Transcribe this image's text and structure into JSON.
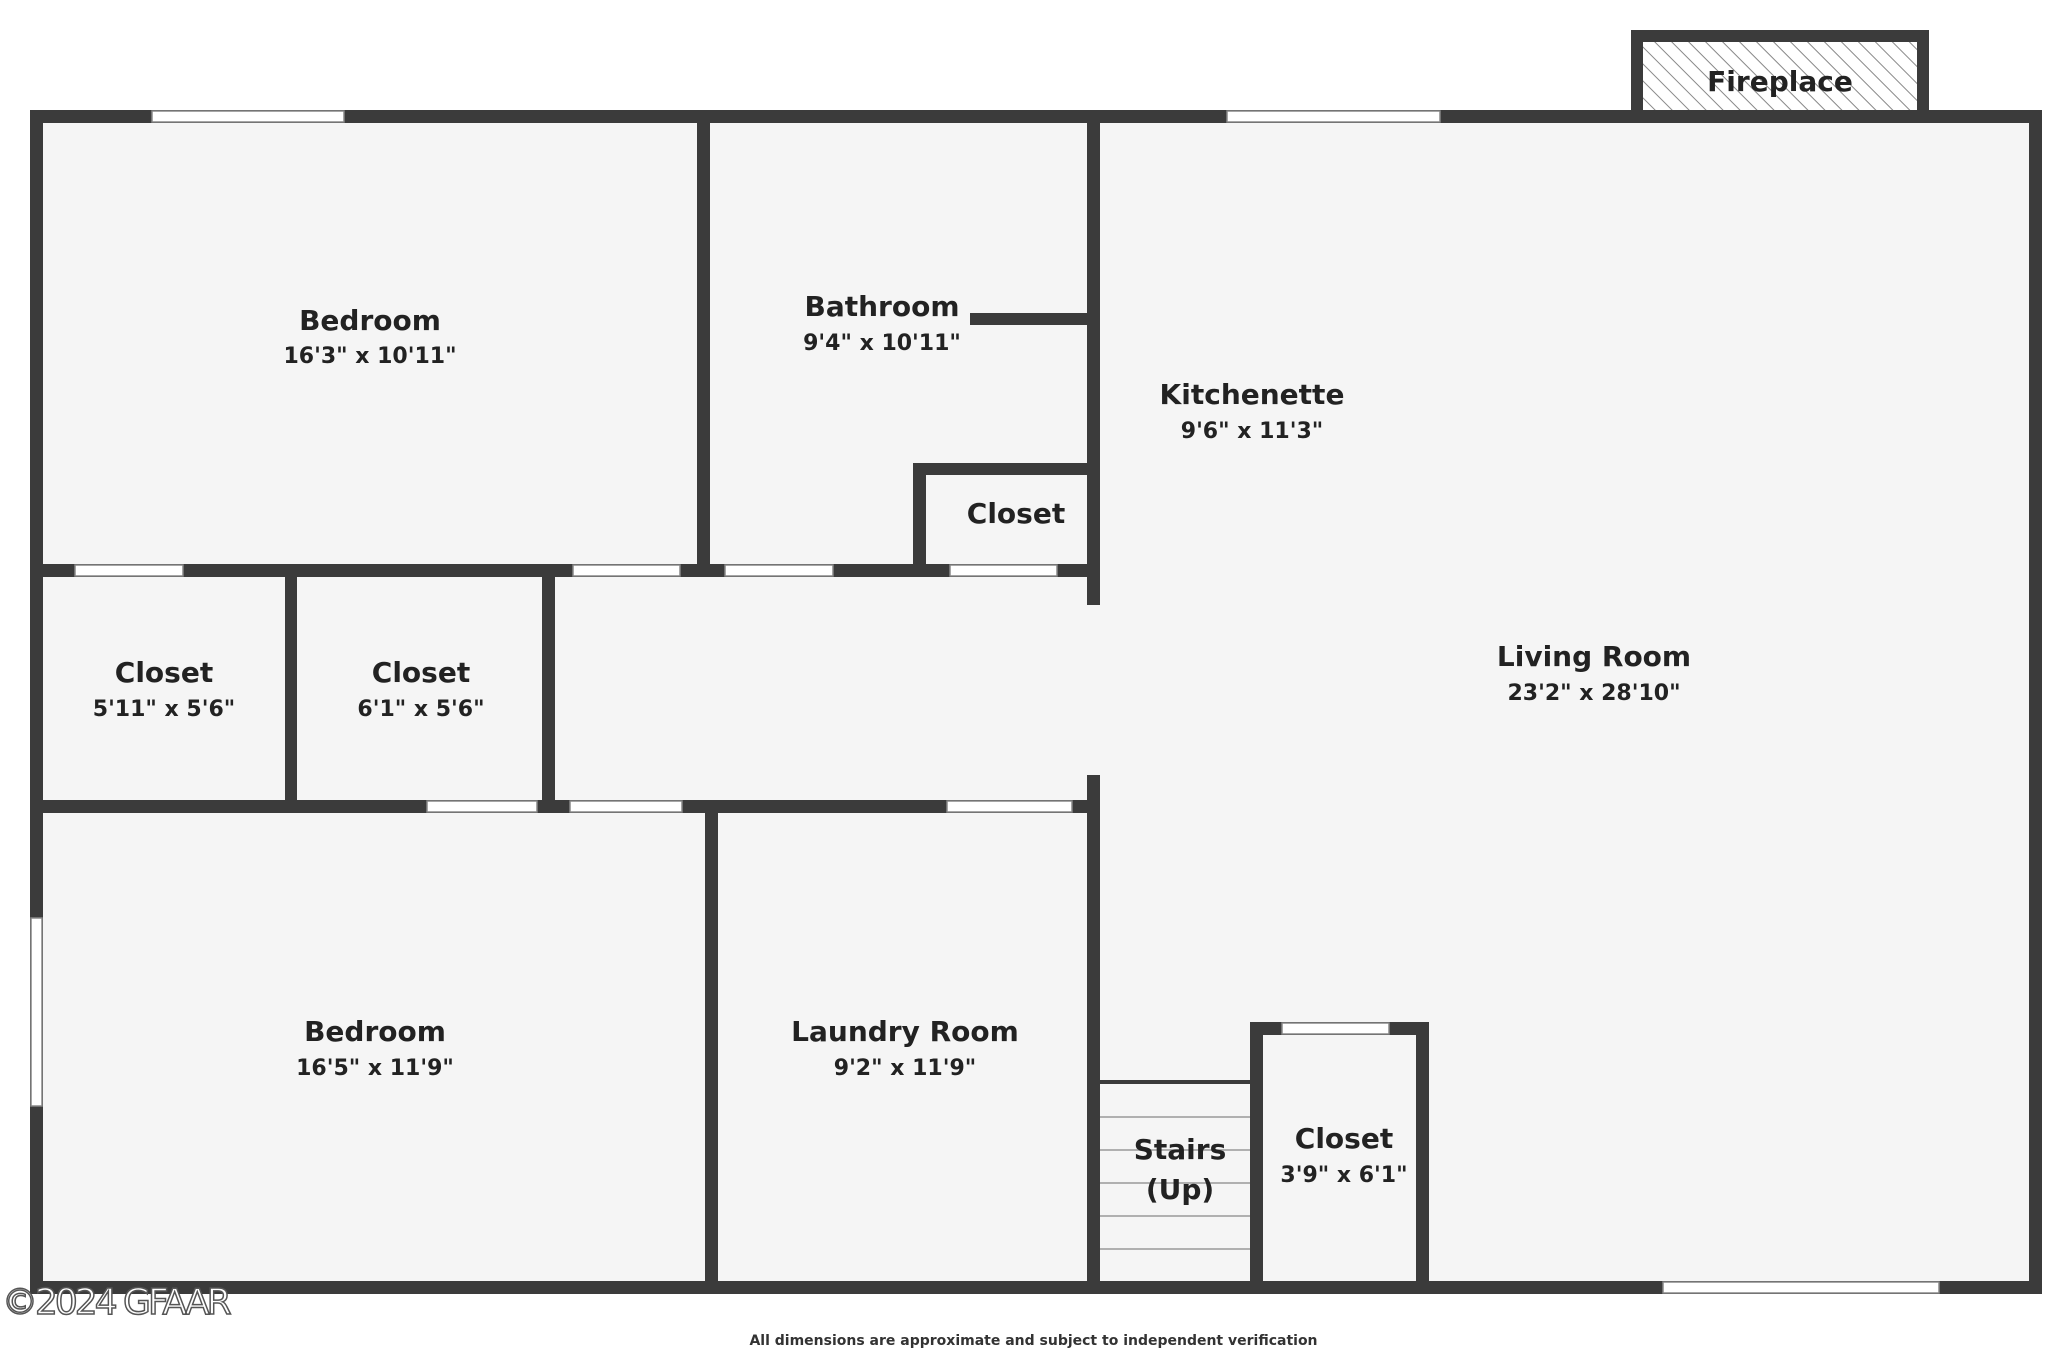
{
  "rooms": {
    "bedroom_top": {
      "name": "Bedroom",
      "dim": "16'3\" x 10'11\""
    },
    "bathroom": {
      "name": "Bathroom",
      "dim": "9'4\" x 10'11\""
    },
    "kitchenette": {
      "name": "Kitchenette",
      "dim": "9'6\" x 11'3\""
    },
    "closet_bath": {
      "name": "Closet"
    },
    "closet_left": {
      "name": "Closet",
      "dim": "5'11\" x 5'6\""
    },
    "closet_mid": {
      "name": "Closet",
      "dim": "6'1\" x 5'6\""
    },
    "living_room": {
      "name": "Living Room",
      "dim": "23'2\" x 28'10\""
    },
    "bedroom_bottom": {
      "name": "Bedroom",
      "dim": "16'5\" x 11'9\""
    },
    "laundry": {
      "name": "Laundry Room",
      "dim": "9'2\" x 11'9\""
    },
    "stairs": {
      "name_line1": "Stairs",
      "name_line2": "(Up)"
    },
    "closet_living": {
      "name": "Closet",
      "dim": "3'9\" x 6'1\""
    }
  },
  "fireplace": {
    "label": "Fireplace"
  },
  "copyright": "©2024 GFAAR",
  "disclaimer": "All dimensions are approximate and subject to independent verification",
  "colors": {
    "wall": "#3b3b3b",
    "floor": "#f5f5f5",
    "window": "#ffffff",
    "text": "#222222"
  }
}
